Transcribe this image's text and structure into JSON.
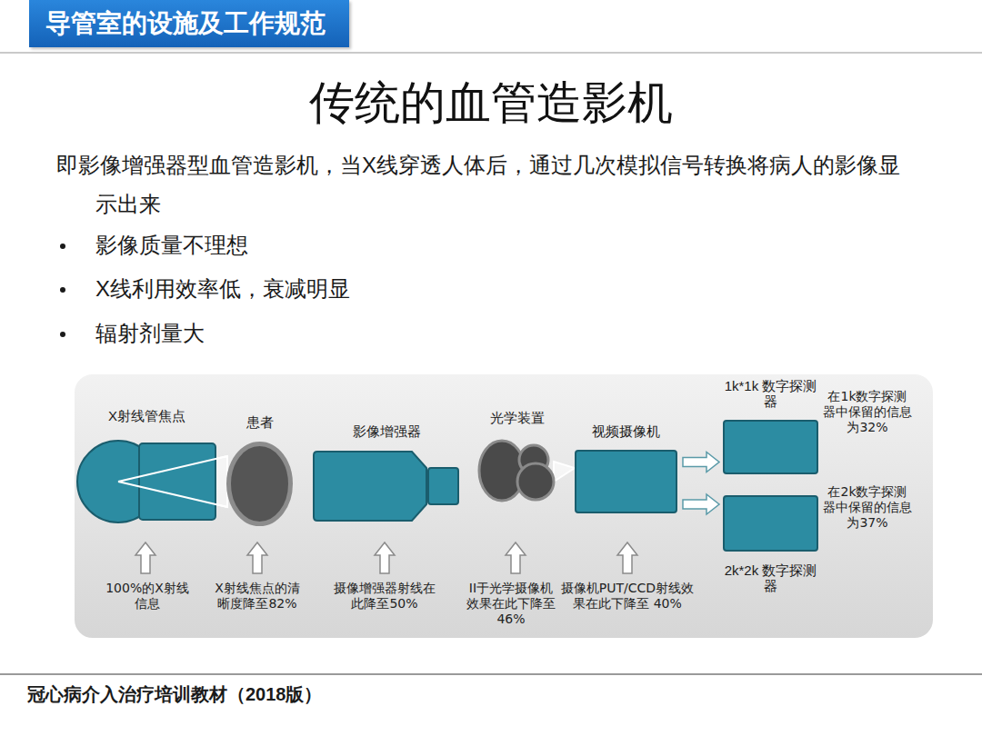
{
  "diagram": {
    "title": "传统的血管造影机",
    "nodes": [
      {
        "text": [
          "导管室的设施及工作规范"
        ]
      },
      {
        "text": [
          "X射线管焦点"
        ]
      },
      {
        "text": [
          "患者"
        ]
      },
      {
        "text": [
          "影像增强器"
        ]
      },
      {
        "text": [
          "光学装置"
        ]
      },
      {
        "text": [
          "视频摄像机"
        ]
      },
      {
        "text": [
          "1k*1k 数字探测器"
        ]
      },
      {
        "text": [
          "2k*2k 数字探测器"
        ]
      }
    ],
    "edges": [
      {
        "from": 5,
        "to": 6,
        "arrow": "to"
      },
      {
        "from": 5,
        "to": 7,
        "arrow": "to"
      }
    ],
    "labels": [
      "即影像增强器型血管造影机，当X线穿透人体后，通过几次模拟信号转换将病人的影像显示出来",
      "影像质量不理想",
      "X线利用效率低，衰减明显",
      "辐射剂量大",
      "100%的X射线信息",
      "X射线焦点的清晰度降至82%",
      "摄像增强器射线在此降至50%",
      "II于光学摄像机效果在此下降至46%",
      "摄像机PUT/CCD射线效果在此下降至 40%",
      "在1k数字探测器中保留的信息为32%",
      "在2k数字探测器中保留的信息为37%",
      "冠心病介入治疗培训教材（2018版）"
    ]
  }
}
